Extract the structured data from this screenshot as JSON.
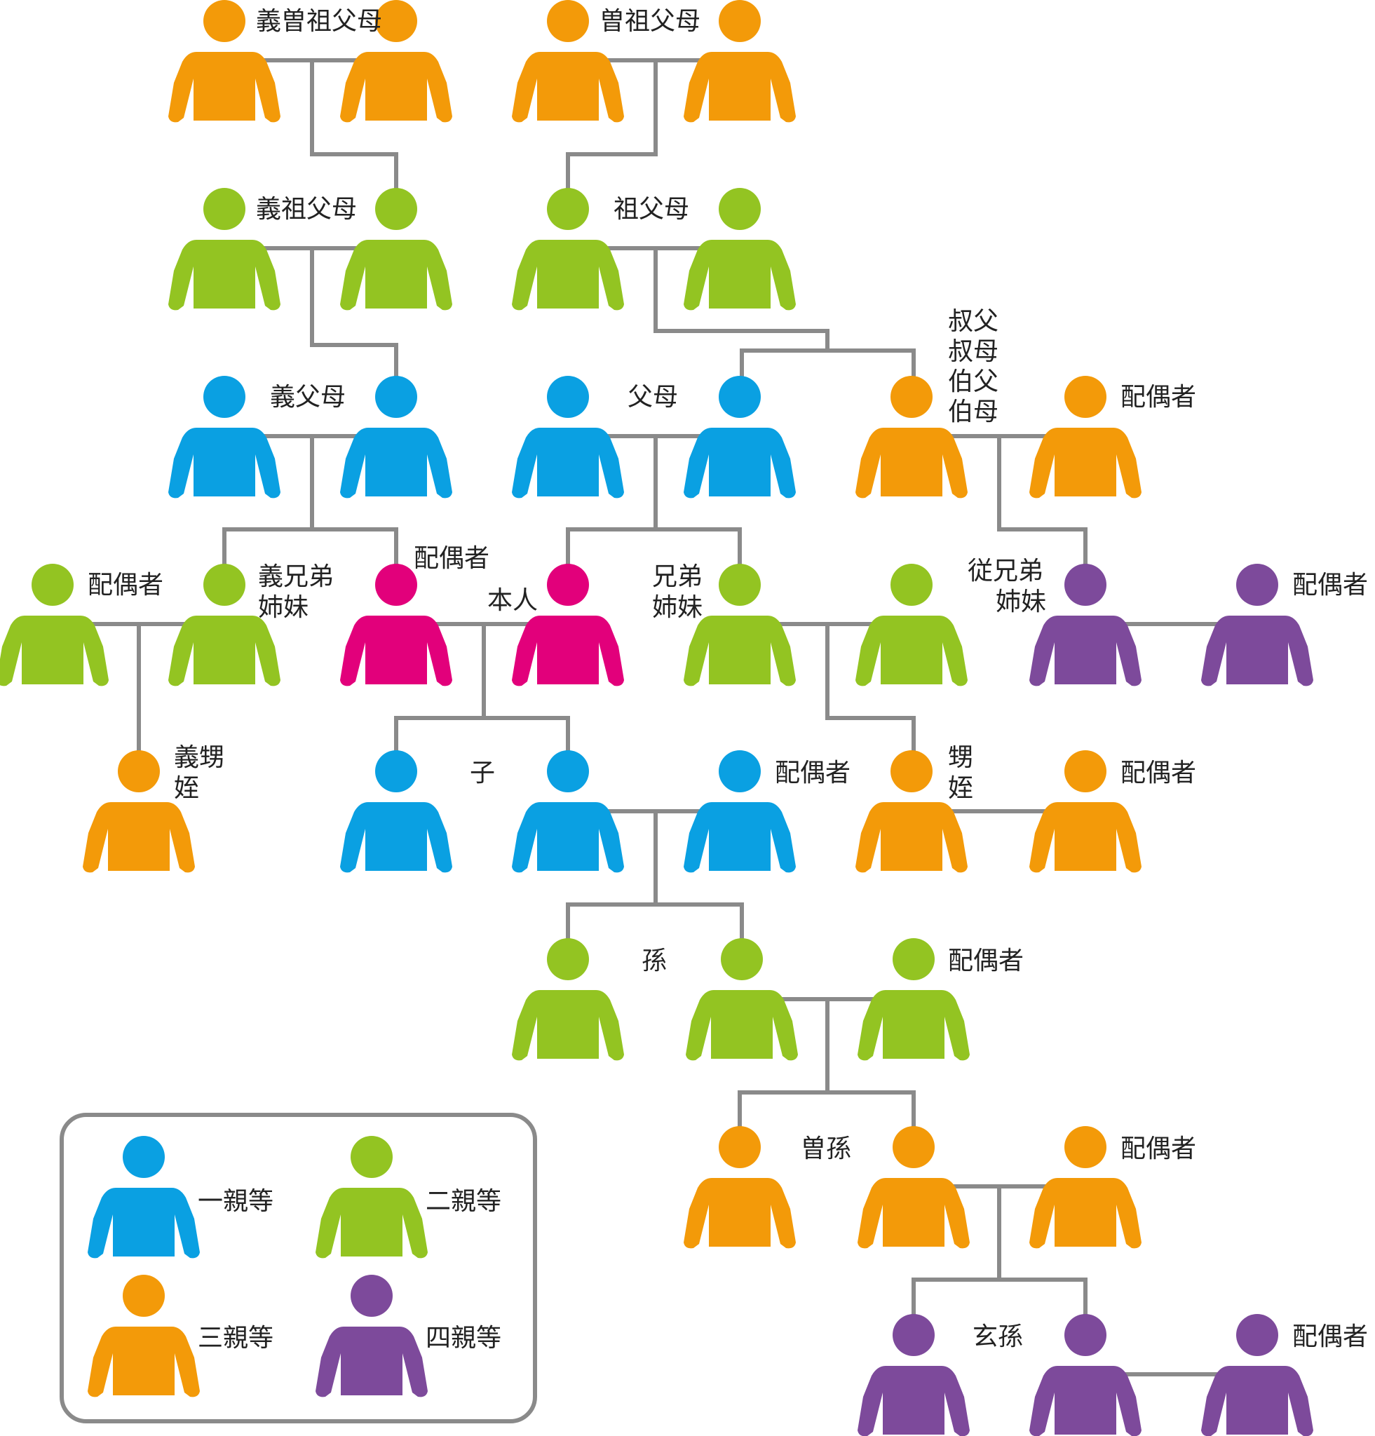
{
  "colors": {
    "degree1": "#0aa0e2",
    "degree2": "#93c422",
    "degree3": "#f39a09",
    "degree4": "#7d4a9b",
    "self": "#e2007b",
    "line": "#8a8a8a",
    "legend_border": "#8a8a8a"
  },
  "labels": {
    "in_law_great_grandparents": "義曽祖父母",
    "great_grandparents": "曽祖父母",
    "in_law_grandparents": "義祖父母",
    "grandparents": "祖父母",
    "uncle_aunt": [
      "叔父",
      "叔母",
      "伯父",
      "伯母"
    ],
    "in_law_parents": "義父母",
    "parents": "父母",
    "spouse_label": "配偶者",
    "in_law_siblings": [
      "義兄弟",
      "姉妹"
    ],
    "spouse_of_self": "配偶者",
    "self": "本人",
    "siblings": [
      "兄弟",
      "姉妹"
    ],
    "cousins": [
      "従兄弟",
      "姉妹"
    ],
    "in_law_nephew_niece": [
      "義甥",
      "姪"
    ],
    "children": "子",
    "nephew_niece": [
      "甥",
      "姪"
    ],
    "grandchildren": "孫",
    "great_grandchildren": "曽孫",
    "great_great_grandchildren": "玄孫"
  },
  "legend": {
    "items": [
      {
        "label": "一親等",
        "color_key": "degree1"
      },
      {
        "label": "二親等",
        "color_key": "degree2"
      },
      {
        "label": "三親等",
        "color_key": "degree3"
      },
      {
        "label": "四親等",
        "color_key": "degree4"
      }
    ]
  },
  "people": [
    {
      "name": "in-law-great-grandfather",
      "color": "degree3"
    },
    {
      "name": "in-law-great-grandmother",
      "color": "degree3"
    },
    {
      "name": "great-grandfather",
      "color": "degree3"
    },
    {
      "name": "great-grandmother",
      "color": "degree3"
    },
    {
      "name": "in-law-grandfather",
      "color": "degree2"
    },
    {
      "name": "in-law-grandmother",
      "color": "degree2"
    },
    {
      "name": "grandfather",
      "color": "degree2"
    },
    {
      "name": "grandmother",
      "color": "degree2"
    },
    {
      "name": "in-law-father",
      "color": "degree1"
    },
    {
      "name": "in-law-mother",
      "color": "degree1"
    },
    {
      "name": "father",
      "color": "degree1"
    },
    {
      "name": "mother",
      "color": "degree1"
    },
    {
      "name": "uncle-aunt",
      "color": "degree3"
    },
    {
      "name": "uncle-aunt-spouse",
      "color": "degree3"
    },
    {
      "name": "in-law-sibling-spouse",
      "color": "degree2"
    },
    {
      "name": "in-law-sibling",
      "color": "degree2"
    },
    {
      "name": "spouse",
      "color": "self"
    },
    {
      "name": "self",
      "color": "self"
    },
    {
      "name": "sibling",
      "color": "degree2"
    },
    {
      "name": "sibling-spouse",
      "color": "degree2"
    },
    {
      "name": "cousin",
      "color": "degree4"
    },
    {
      "name": "cousin-spouse",
      "color": "degree4"
    },
    {
      "name": "in-law-nephew-niece",
      "color": "degree3"
    },
    {
      "name": "child-1",
      "color": "degree1"
    },
    {
      "name": "child-2",
      "color": "degree1"
    },
    {
      "name": "child-spouse",
      "color": "degree1"
    },
    {
      "name": "nephew-niece",
      "color": "degree3"
    },
    {
      "name": "nephew-niece-spouse",
      "color": "degree3"
    },
    {
      "name": "grandchild-1",
      "color": "degree2"
    },
    {
      "name": "grandchild-2",
      "color": "degree2"
    },
    {
      "name": "grandchild-spouse",
      "color": "degree2"
    },
    {
      "name": "great-grandchild-1",
      "color": "degree3"
    },
    {
      "name": "great-grandchild-2",
      "color": "degree3"
    },
    {
      "name": "great-grandchild-spouse",
      "color": "degree3"
    },
    {
      "name": "great-great-grandchild-1",
      "color": "degree4"
    },
    {
      "name": "great-great-grandchild-2",
      "color": "degree4"
    },
    {
      "name": "great-great-grandchild-spouse",
      "color": "degree4"
    }
  ]
}
